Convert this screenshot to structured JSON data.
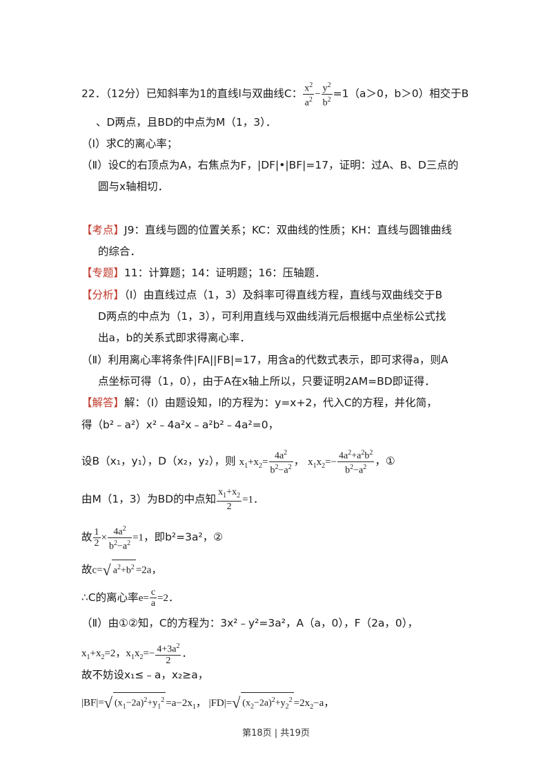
{
  "problem": {
    "l1_prefix": "22．（12分）已知斜率为1的直线l与双曲线C：",
    "l1_cond": "=1（a＞0，b＞0）相交于B",
    "l2": "、D两点，且BD的中点为M（1，3）．",
    "l3": "（Ⅰ）求C的离心率；",
    "l4": "（Ⅱ）设C的右顶点为A，右焦点为F，|DF|•|BF|=17，证明：过A、B、D三点的",
    "l5": "圆与x轴相切．"
  },
  "kaodian": {
    "tag": "【考点】",
    "t1": "J9：直线与圆的位置关系；KC：双曲线的性质；KH：直线与圆锥曲线",
    "t2": "的综合．"
  },
  "zhuanti": {
    "tag": "【专题】",
    "text": "11：计算题；14：证明题；16：压轴题．"
  },
  "fenxi": {
    "tag": "【分析】",
    "t1": "（Ⅰ）由直线过点（1，3）及斜率可得直线方程，直线与双曲线交于B",
    "t2": "D两点的中点为（1，3），可利用直线与双曲线消元后根据中点坐标公式找",
    "t3": "出a，b的关系式即求得离心率．",
    "t4": "（Ⅱ）利用离心率将条件|FA||FB|=17，用含a的代数式表示，即可求得a，则A",
    "t5": "点坐标可得（1，0），由于A在x轴上所以，只要证明2AM=BD即证得．"
  },
  "jieda": {
    "tag": "【解答】",
    "t1": "解：（Ⅰ）由题设知，l的方程为：y=x+2，代入C的方程，并化简，",
    "t2": "得（b²﹣a²）x²﹣4a²x﹣a²b²﹣4a²=0，",
    "t3a": "设B（x₁，y₁），D（x₂，y₂），则",
    "t4a": "由M（1，3）为BD的中点知",
    "t5a": "故",
    "t5b": "，即b²=3a²，②",
    "t6a": "故",
    "t7a": "∴C的离心率",
    "t8": "（Ⅱ）由①②知，C的方程为：3x²﹣y²=3a²，A（a，0），F（2a，0），",
    "t10": "故不妨设x₁≤﹣a，x₂≥a，"
  },
  "footer": "第18页 | 共19页"
}
